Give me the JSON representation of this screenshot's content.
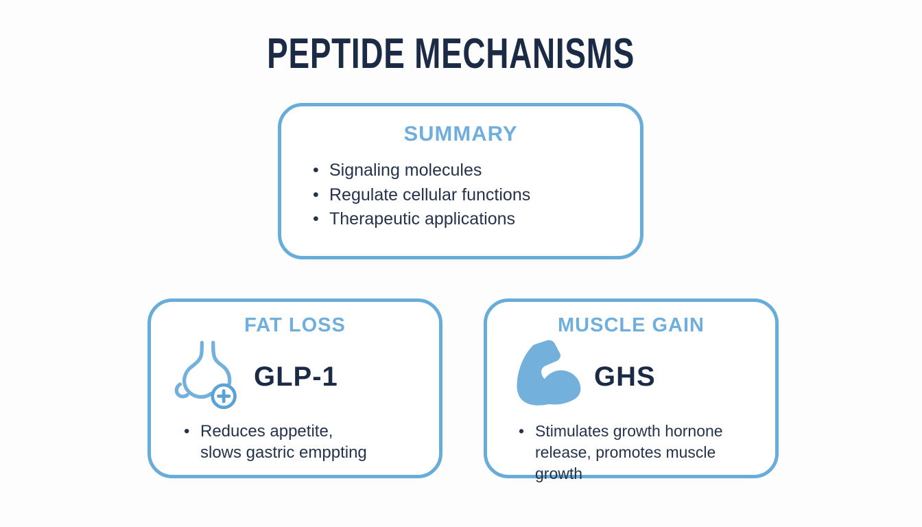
{
  "page": {
    "title": "PEPTIDE MECHANISMS"
  },
  "colors": {
    "navy": "#1b2b45",
    "text": "#24334a",
    "blue": "#6fafdd",
    "border": "#68acda",
    "icon": "#74b0dc",
    "background": "#fdfdfd"
  },
  "summary_card": {
    "title": "SUMMARY",
    "bullets": [
      "Signaling molecules",
      "Regulate cellular functions",
      "Therapeutic applications"
    ]
  },
  "fat_loss_card": {
    "title": "FAT LOSS",
    "icon": "stomach-plus-icon",
    "label": "GLP-1",
    "bullets": [
      "Reduces appetite, slows gastric emppting"
    ]
  },
  "muscle_gain_card": {
    "title": "MUSCLE GAIN",
    "icon": "bicep-icon",
    "label": "GHS",
    "bullets": [
      "Stimulates growth hornone release, promotes muscle growth"
    ]
  }
}
